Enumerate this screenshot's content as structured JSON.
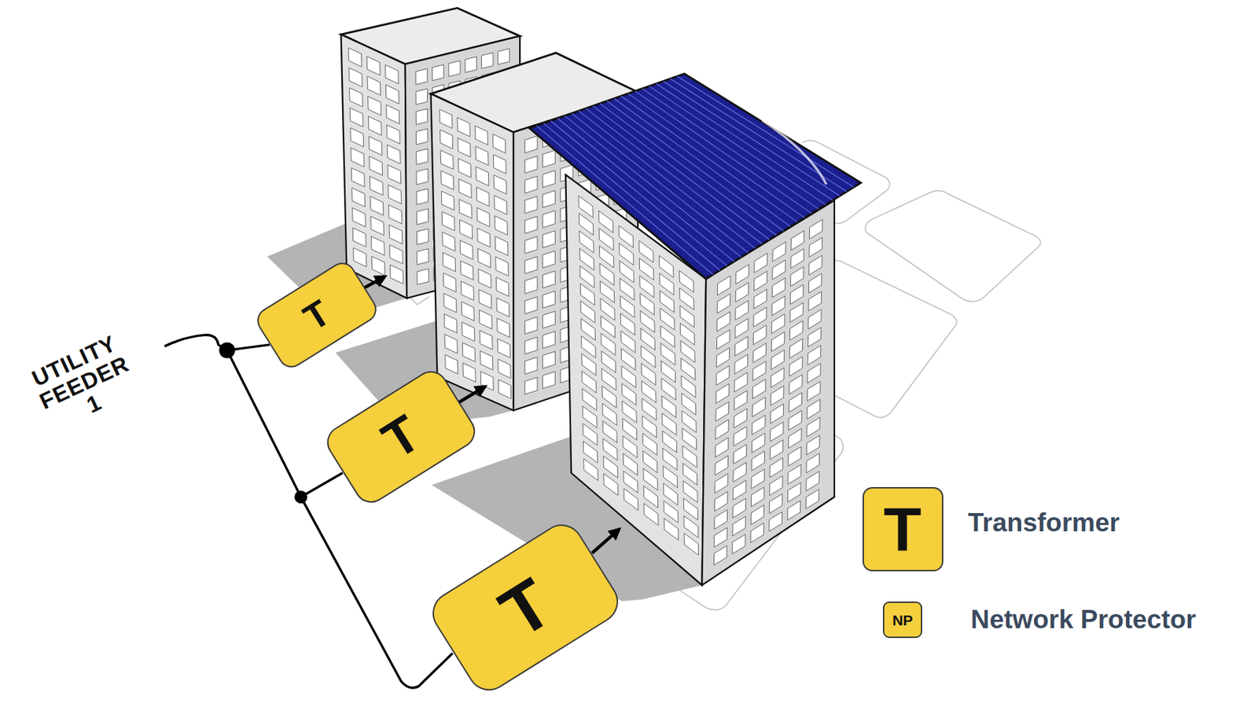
{
  "diagram": {
    "nodes": [
      {
        "text": [
          "T"
        ]
      },
      {
        "text": [
          "T"
        ]
      },
      {
        "text": [
          "T"
        ]
      }
    ],
    "labels": [
      "UTILITY FEEDER 1",
      "T",
      "NP"
    ],
    "legend": [
      {
        "text": "Transformer",
        "color": "#f5cf3c"
      },
      {
        "text": "Network Protector",
        "color": "#f5cf3c"
      }
    ]
  }
}
